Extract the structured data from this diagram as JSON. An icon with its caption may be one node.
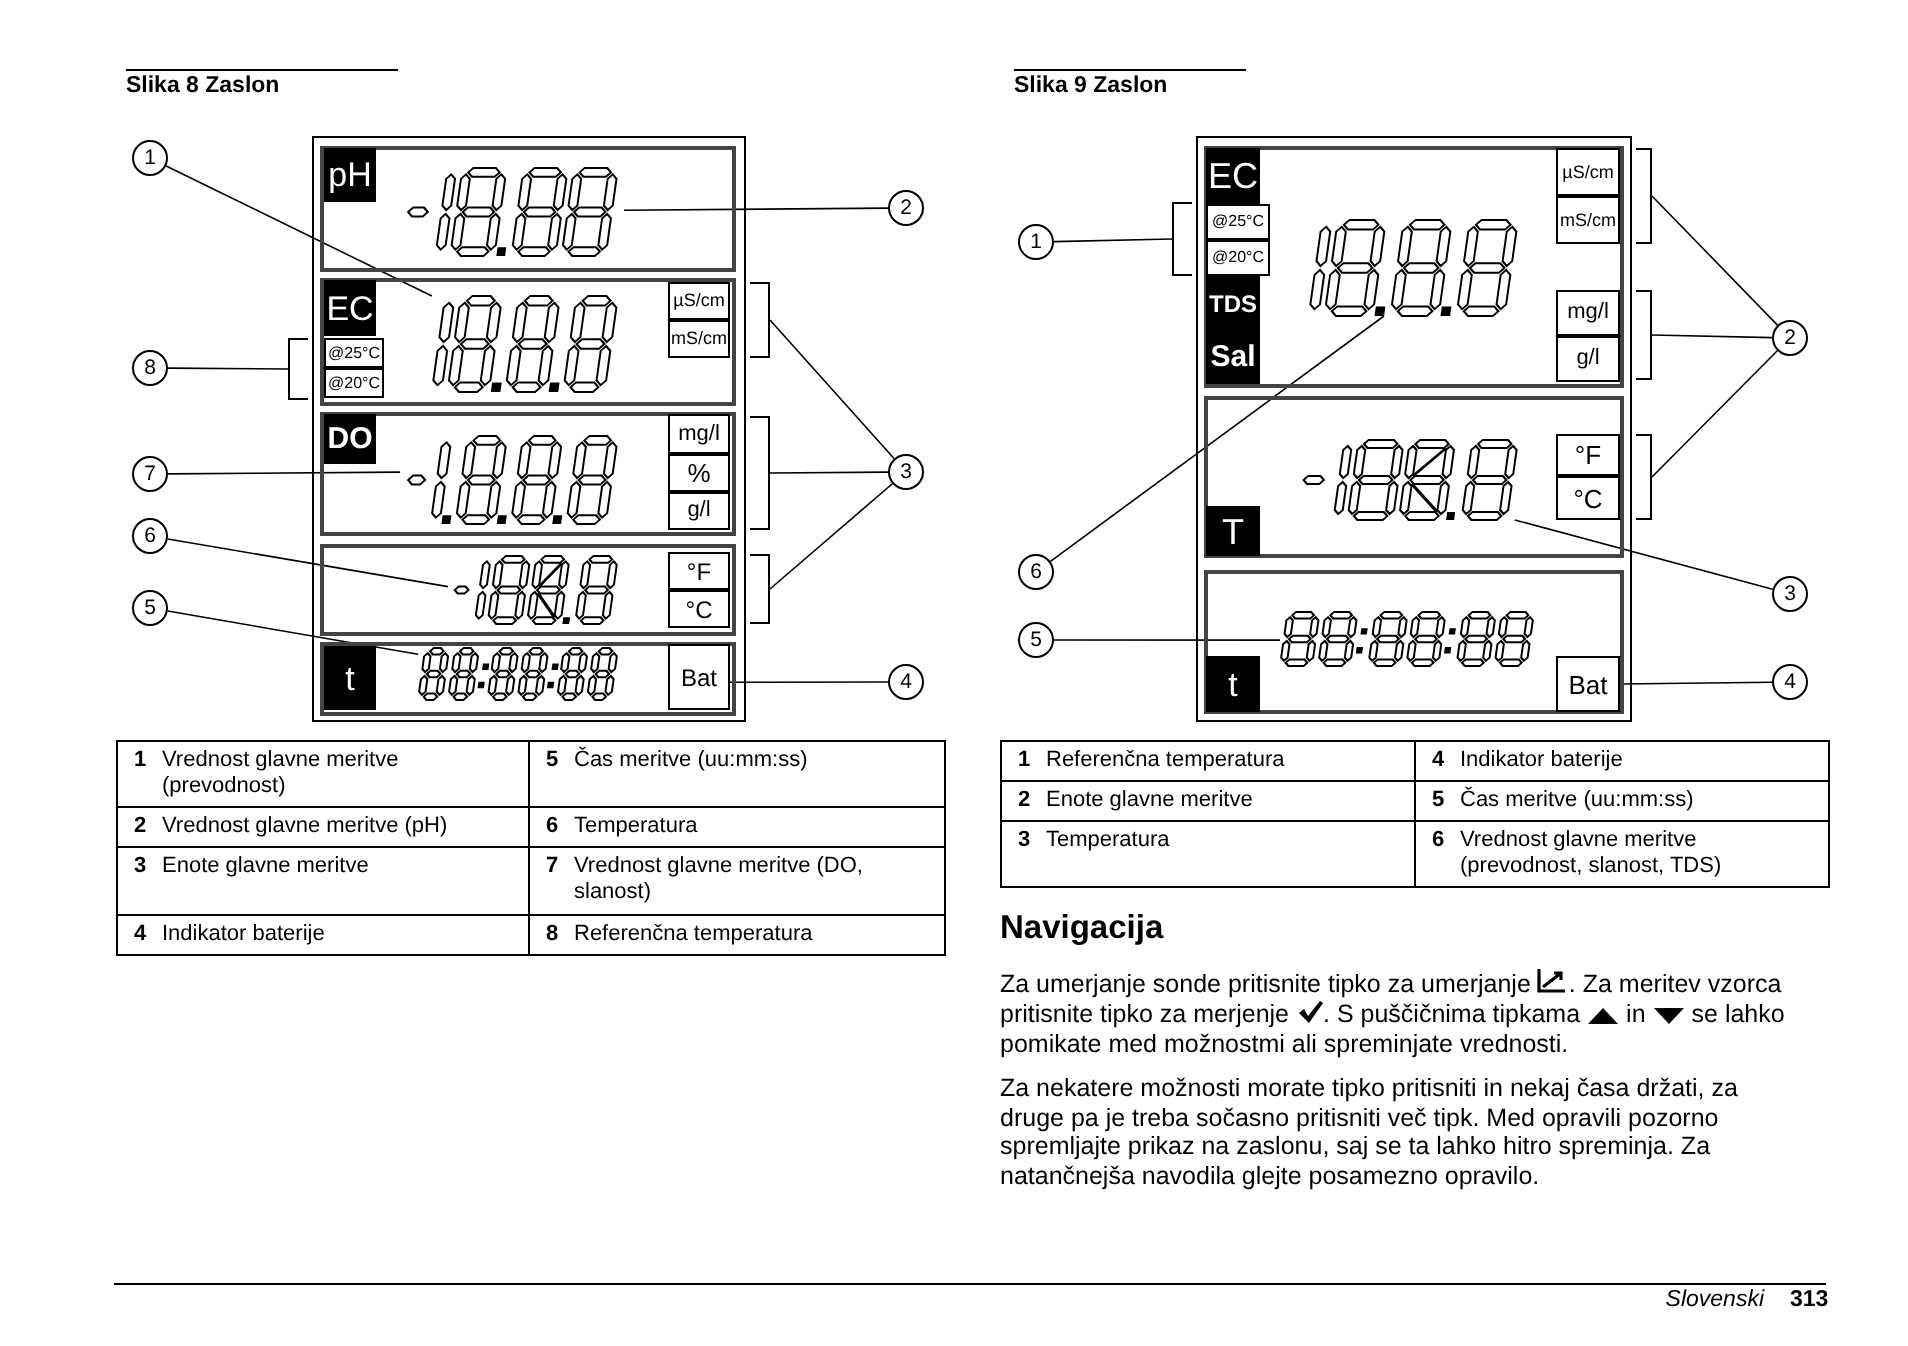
{
  "diagram": {
    "nodes": [
      {
        "text": [],
        "shape": "box"
      },
      {
        "text": [],
        "shape": "box",
        "in": 0
      },
      {
        "text": [
          "pH"
        ],
        "in": 1
      },
      {
        "text": [],
        "shape": "display",
        "in": 1
      },
      {
        "text": [],
        "shape": "box",
        "in": 0
      },
      {
        "text": [
          "EC"
        ],
        "in": 4
      },
      {
        "text": [
          "@25°C"
        ],
        "in": 4
      },
      {
        "text": [
          "@20°C"
        ],
        "in": 4
      },
      {
        "text": [],
        "shape": "display",
        "in": 4
      },
      {
        "text": [
          "µS/cm"
        ],
        "in": 4
      },
      {
        "text": [
          "mS/cm"
        ],
        "in": 4
      },
      {
        "text": [],
        "shape": "box",
        "in": 0
      },
      {
        "text": [
          "DO"
        ],
        "in": 11
      },
      {
        "text": [],
        "shape": "display",
        "in": 11
      },
      {
        "text": [
          "mg/l"
        ],
        "in": 11
      },
      {
        "text": [
          "%"
        ],
        "in": 11
      },
      {
        "text": [
          "g/l"
        ],
        "in": 11
      },
      {
        "text": [],
        "shape": "box",
        "in": 0
      },
      {
        "text": [],
        "shape": "display",
        "in": 17
      },
      {
        "text": [
          "°F"
        ],
        "in": 17
      },
      {
        "text": [
          "°C"
        ],
        "in": 17
      },
      {
        "text": [],
        "shape": "box",
        "in": 0
      },
      {
        "text": [
          "t"
        ],
        "in": 21
      },
      {
        "text": [],
        "shape": "display",
        "in": 21
      },
      {
        "text": [
          "Bat"
        ],
        "in": 21
      },
      {
        "text": [],
        "shape": "bracket"
      },
      {
        "text": [],
        "shape": "bracket"
      },
      {
        "text": [],
        "shape": "bracket"
      },
      {
        "text": [],
        "shape": "bracket"
      },
      {
        "text": [
          "1"
        ]
      },
      {
        "text": [
          "2"
        ]
      },
      {
        "text": [
          "3"
        ]
      },
      {
        "text": [
          "4"
        ]
      },
      {
        "text": [
          "5"
        ]
      },
      {
        "text": [
          "6"
        ]
      },
      {
        "text": [
          "7"
        ]
      },
      {
        "text": [
          "8"
        ]
      },
      {
        "text": [],
        "shape": "box"
      },
      {
        "text": [],
        "shape": "box",
        "in": 37
      },
      {
        "text": [
          "EC"
        ],
        "in": 38
      },
      {
        "text": [
          "@25°C"
        ],
        "in": 38
      },
      {
        "text": [
          "@20°C"
        ],
        "in": 38
      },
      {
        "text": [
          "TDS"
        ],
        "in": 38
      },
      {
        "text": [
          "Sal"
        ],
        "in": 38
      },
      {
        "text": [],
        "shape": "display",
        "in": 38
      },
      {
        "text": [
          "µS/cm"
        ],
        "in": 38
      },
      {
        "text": [
          "mS/cm"
        ],
        "in": 38
      },
      {
        "text": [
          "mg/l"
        ],
        "in": 38
      },
      {
        "text": [
          "g/l"
        ],
        "in": 38
      },
      {
        "text": [],
        "shape": "box",
        "in": 37
      },
      {
        "text": [
          "T"
        ],
        "in": 49
      },
      {
        "text": [],
        "shape": "display",
        "in": 49
      },
      {
        "text": [
          "°F"
        ],
        "in": 49
      },
      {
        "text": [
          "°C"
        ],
        "in": 49
      },
      {
        "text": [],
        "shape": "box",
        "in": 37
      },
      {
        "text": [
          "t"
        ],
        "in": 54
      },
      {
        "text": [],
        "shape": "display",
        "in": 54
      },
      {
        "text": [
          "Bat"
        ],
        "in": 54
      },
      {
        "text": [],
        "shape": "bracket"
      },
      {
        "text": [],
        "shape": "bracket"
      },
      {
        "text": [],
        "shape": "bracket"
      },
      {
        "text": [],
        "shape": "bracket"
      },
      {
        "text": [
          "1"
        ]
      },
      {
        "text": [
          "2"
        ]
      },
      {
        "text": [
          "3"
        ]
      },
      {
        "text": [
          "4"
        ]
      },
      {
        "text": [
          "5"
        ]
      },
      {
        "text": [
          "6"
        ]
      }
    ],
    "edges": [
      {
        "from": 29,
        "to": 8,
        "arrow": "none"
      },
      {
        "from": 30,
        "to": 3,
        "arrow": "none"
      },
      {
        "from": 31,
        "to": 26,
        "arrow": "none"
      },
      {
        "from": 31,
        "to": 27,
        "arrow": "none"
      },
      {
        "from": 31,
        "to": 28,
        "arrow": "none"
      },
      {
        "from": 32,
        "to": 24,
        "arrow": "none"
      },
      {
        "from": 33,
        "to": 23,
        "arrow": "none"
      },
      {
        "from": 34,
        "to": 18,
        "arrow": "none"
      },
      {
        "from": 35,
        "to": 13,
        "arrow": "none"
      },
      {
        "from": 36,
        "to": 25,
        "arrow": "none"
      },
      {
        "from": 62,
        "to": 58,
        "arrow": "none"
      },
      {
        "from": 63,
        "to": 59,
        "arrow": "none"
      },
      {
        "from": 63,
        "to": 60,
        "arrow": "none"
      },
      {
        "from": 63,
        "to": 61,
        "arrow": "none"
      },
      {
        "from": 64,
        "to": 51,
        "arrow": "none"
      },
      {
        "from": 65,
        "to": 57,
        "arrow": "none"
      },
      {
        "from": 66,
        "to": 56,
        "arrow": "none"
      },
      {
        "from": 67,
        "to": 44,
        "arrow": "none"
      }
    ],
    "labels": [
      "Slika 8 Zaslon",
      "Slika 9 Zaslon",
      "1",
      "Vrednost glavne meritve (prevodnost)",
      "5",
      "Čas meritve (uu:mm:ss)",
      "2",
      "Vrednost glavne meritve (pH)",
      "6",
      "Temperatura",
      "3",
      "Enote glavne meritve",
      "7",
      "Vrednost glavne meritve (DO, slanost)",
      "4",
      "Indikator baterije",
      "8",
      "Referenčna temperatura",
      "1",
      "Referenčna temperatura",
      "4",
      "Indikator baterije",
      "2",
      "Enote glavne meritve",
      "5",
      "Čas meritve (uu:mm:ss)",
      "3",
      "Temperatura",
      "6",
      "Vrednost glavne meritve (prevodnost, slanost, TDS)",
      "Navigacija",
      "Za umerjanje sonde pritisnite tipko za umerjanje",
      ". Za meritev vzorca pritisnite tipko za merjenje",
      ". S puščičnima tipkama",
      "in",
      "se lahko pomikate med možnostmi ali spreminjate vrednosti.",
      "Za nekatere možnosti morate tipko pritisniti in nekaj časa držati, za druge pa je treba sočasno pritisniti več tipk. Med opravili pozorno spremljajte prikaz na zaslonu, saj se ta lahko hitro spreminja. Za natančnejša navodila glejte posamezno opravilo.",
      "Slovenski",
      "313"
    ]
  }
}
